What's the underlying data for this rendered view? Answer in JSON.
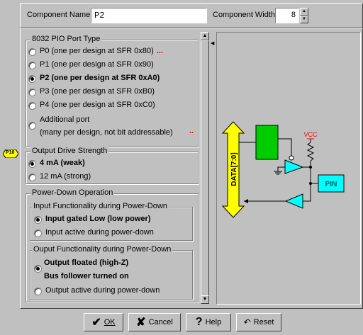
{
  "header": {
    "component_name_label": "Component Name",
    "component_name_value": "P2",
    "component_width_label": "Component Width",
    "component_width_value": "8"
  },
  "pin_tag": "P10",
  "port_type": {
    "title": "8032 PIO Port Type",
    "options": [
      {
        "label": "P0 (one per design at SFR 0x80)",
        "suffix": "...",
        "selected": false
      },
      {
        "label": "P1 (one per design at SFR 0x90)",
        "selected": false
      },
      {
        "label": "P2 (one per design at SFR 0xA0)",
        "selected": true
      },
      {
        "label": "P3 (one per design at SFR 0xB0)",
        "selected": false
      },
      {
        "label": "P4 (one per design at SFR 0xC0)",
        "selected": false
      },
      {
        "label": "Additional port",
        "line2": "(many per design, not bit addressable)",
        "suffix": "..",
        "selected": false
      }
    ]
  },
  "drive_strength": {
    "title": "Output Drive Strength",
    "options": [
      {
        "label": "4 mA (weak)",
        "selected": true
      },
      {
        "label": "12 mA (strong)",
        "selected": false
      }
    ]
  },
  "power_down": {
    "title": "Power-Down Operation",
    "input": {
      "title": "Input Functionality during Power-Down",
      "options": [
        {
          "label": "Input gated Low (low power)",
          "selected": true
        },
        {
          "label": "Input active during power-down",
          "selected": false
        }
      ]
    },
    "output": {
      "title": "Ouput Functionality during Power-Down",
      "options": [
        {
          "label": "Output floated (high-Z)",
          "line2": "Bus follower turned on",
          "selected": true
        },
        {
          "label": "Output active during power-down",
          "selected": false
        }
      ]
    }
  },
  "diagram": {
    "bus_label": "DATA[7:0]",
    "vcc_label": "VCC",
    "pin_label": "PIN",
    "colors": {
      "bus": "#ffff00",
      "latch": "#00cc00",
      "buffer": "#00ffff",
      "wire": "#000000",
      "vcc": "#ff0000"
    }
  },
  "buttons": {
    "ok": "OK",
    "cancel": "Cancel",
    "help": "Help",
    "reset": "Reset"
  }
}
